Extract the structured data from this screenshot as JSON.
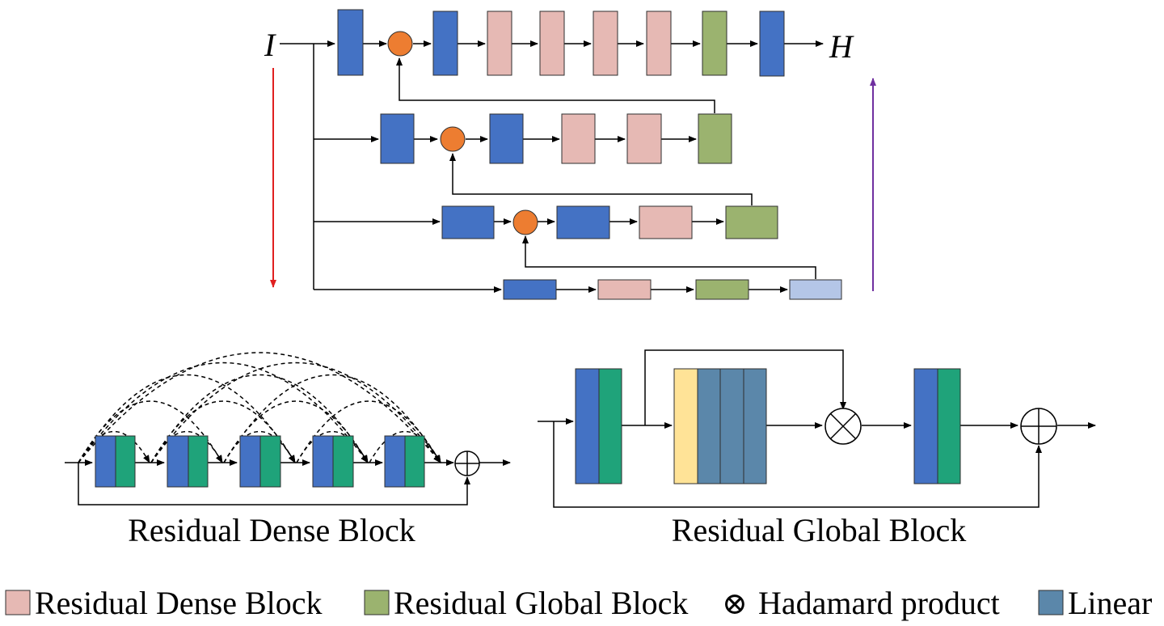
{
  "top": {
    "input_label": "I",
    "output_label": "H"
  },
  "bottom": {
    "rdb_caption": "Residual Dense Block",
    "rgb_caption": "Residual Global Block"
  },
  "legend": {
    "rdb": "Residual Dense Block",
    "rgb": "Residual Global Block",
    "hadamard_symbol": "⊗",
    "hadamard": "Hadamard product",
    "linear": "Linear"
  },
  "colors": {
    "blue": "#4472C4",
    "pink": "#E6B9B4",
    "olive": "#9BB36F",
    "orange": "#ED7D31",
    "teal": "#1FA37A",
    "slate": "#5B87AA",
    "yellow": "#FFE397",
    "lightblue": "#B4C6E7",
    "red_arrow": "#E02020",
    "purple_arrow": "#7030A0"
  }
}
